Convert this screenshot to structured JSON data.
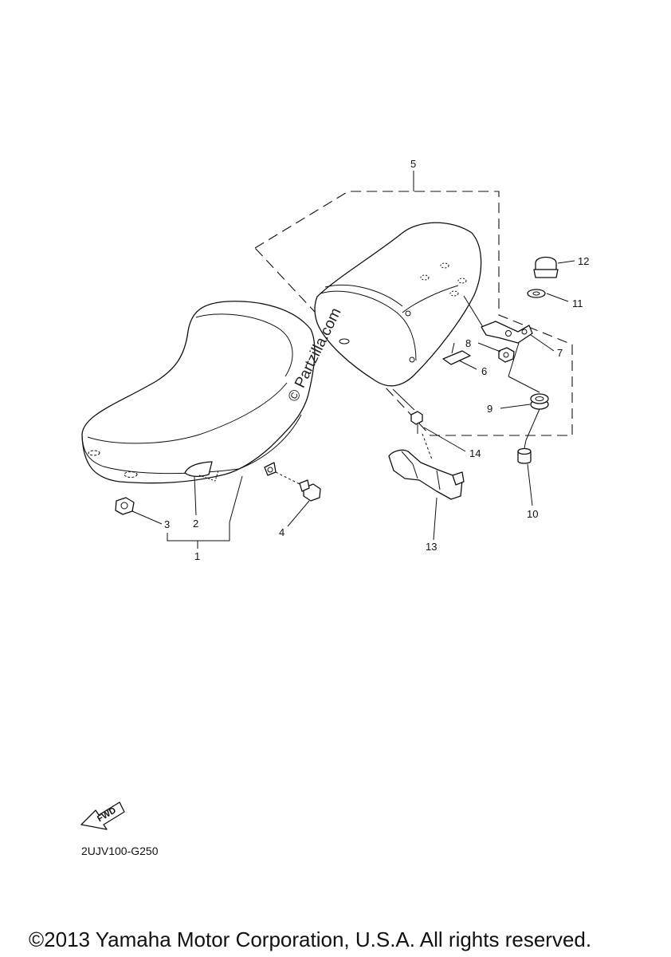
{
  "diagram": {
    "watermark": "© Partzilla.com",
    "fwd_label": "FWD",
    "part_code": "2UJV100-G250",
    "copyright": "©2013 Yamaha Motor Corporation, U.S.A. All rights reserved.",
    "callouts": [
      "1",
      "2",
      "3",
      "4",
      "5",
      "6",
      "7",
      "8",
      "9",
      "10",
      "11",
      "12",
      "13",
      "14"
    ]
  }
}
